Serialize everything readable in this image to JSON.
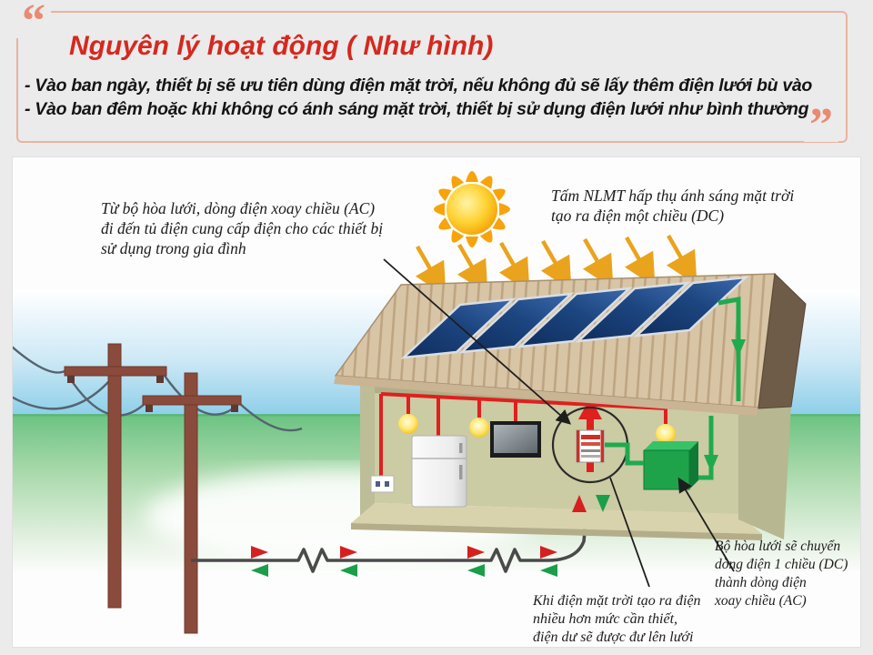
{
  "header": {
    "open_quote": "“",
    "close_quote": "”",
    "title": "Nguyên lý hoạt động ( Như hình)",
    "bullet1": "- Vào ban ngày, thiết bị sẽ ưu tiên dùng điện mặt trời, nếu không đủ sẽ lấy thêm điện lưới bù vào",
    "bullet2": "- Vào ban đêm hoặc khi không có ánh sáng mặt trời, thiết bị sử dụng điện lưới như bình thường"
  },
  "diagram": {
    "annotation_ac": {
      "line1": "Từ bộ hòa lưới, dòng điện xoay chiều (AC)",
      "line2": "đi đến tủ điện cung cấp điện cho các thiết bị",
      "line3": "sử dụng trong gia đình"
    },
    "annotation_dc": {
      "line1": "Tấm NLMT hấp thụ ánh sáng mặt trời",
      "line2": "tạo ra điện một chiều (DC)"
    },
    "annotation_inverter": {
      "line1": "Bộ hòa lưới sẽ chuyển",
      "line2": "dòng điện 1 chiều (DC)",
      "line3": "thành dòng điện",
      "line4": "xoay chiều (AC)"
    },
    "annotation_excess": {
      "line1": "Khi điện mặt trời tạo ra điện",
      "line2": "nhiều  hơn mức cần thiết,",
      "line3": "điện dư sẽ được đư lên lưới"
    },
    "colors": {
      "title_red": "#d6281e",
      "quote_salmon": "#e98a72",
      "wire_red": "#e01f1f",
      "wire_green": "#1faa4e",
      "solar_panel_blue": "#16407c",
      "roof_tan": "#d8c5a6",
      "wall_olive": "#ccccaa",
      "sun_gold": "#f6a800",
      "grid_wire_gray": "#4a4a4a",
      "pole_brown": "#8a4b3c"
    }
  }
}
